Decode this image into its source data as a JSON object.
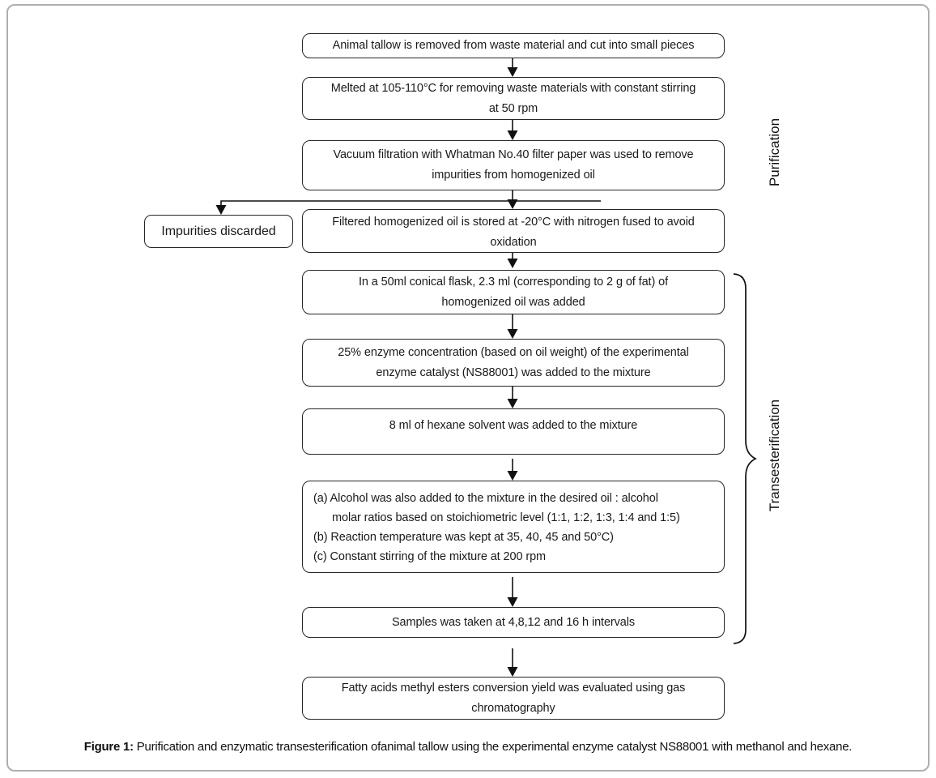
{
  "colors": {
    "frame_border": "#aeaeae",
    "box_border": "#262626",
    "line": "#111111",
    "text": "#1a1a1a",
    "background": "#ffffff"
  },
  "side_labels": {
    "purification": "Purification",
    "transesterification": "Transesterification"
  },
  "impurities_box": "Impurities discarded",
  "steps": [
    {
      "lines": [
        "Animal tallow is removed from waste material and cut into small pieces"
      ]
    },
    {
      "lines": [
        "Melted at 105-110°C for removing waste materials with constant stirring",
        "at 50 rpm"
      ]
    },
    {
      "lines": [
        "Vacuum filtration with Whatman No.40 filter paper was used to remove",
        "impurities from homogenized oil"
      ]
    },
    {
      "lines": [
        "Filtered homogenized oil is stored at -20°C with nitrogen fused to avoid",
        "oxidation"
      ]
    },
    {
      "lines": [
        "In a 50ml conical flask, 2.3 ml (corresponding to 2 g of fat) of",
        "homogenized oil was added"
      ]
    },
    {
      "lines": [
        "25% enzyme concentration (based on oil weight) of the experimental",
        "enzyme catalyst (NS88001) was added to the mixture"
      ]
    },
    {
      "lines": [
        "8 ml of hexane solvent was added to the mixture"
      ]
    },
    {
      "lines": [
        "(a) Alcohol was also added to the mixture in the desired oil : alcohol",
        "molar ratios based on stoichiometric level (1:1, 1:2, 1:3, 1:4 and 1:5)",
        "(b) Reaction temperature was kept at 35, 40, 45 and 50°C)",
        "(c) Constant stirring of the mixture at 200 rpm"
      ]
    },
    {
      "lines": [
        "Samples was taken at 4,8,12 and 16 h intervals"
      ]
    },
    {
      "lines": [
        "Fatty acids methyl esters conversion yield was evaluated using gas",
        "chromatography"
      ]
    }
  ],
  "caption": {
    "label": "Figure 1:",
    "text": " Purification and enzymatic transesterification ofanimal tallow using the experimental enzyme catalyst NS88001 with methanol and hexane."
  }
}
